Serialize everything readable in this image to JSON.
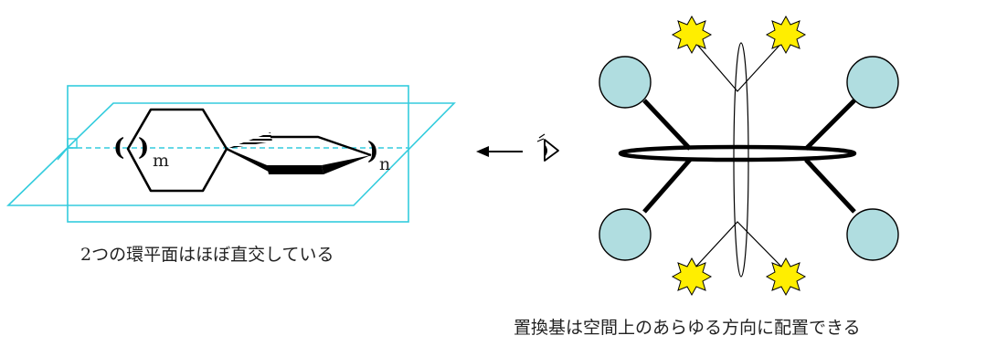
{
  "left_diagram": {
    "caption": "2つの環平面はほぼ直交している",
    "subscript_m": "m",
    "subscript_n": "n",
    "plane_color": "#33ccdd"
  },
  "right_diagram": {
    "caption": "置換基は空間上のあらゆる方向に配置できる",
    "ball_color": "#b0dde0",
    "star_color": "#ffee00"
  },
  "viewer": {
    "icon": "eye-icon",
    "arrow": "left-arrow-icon"
  }
}
